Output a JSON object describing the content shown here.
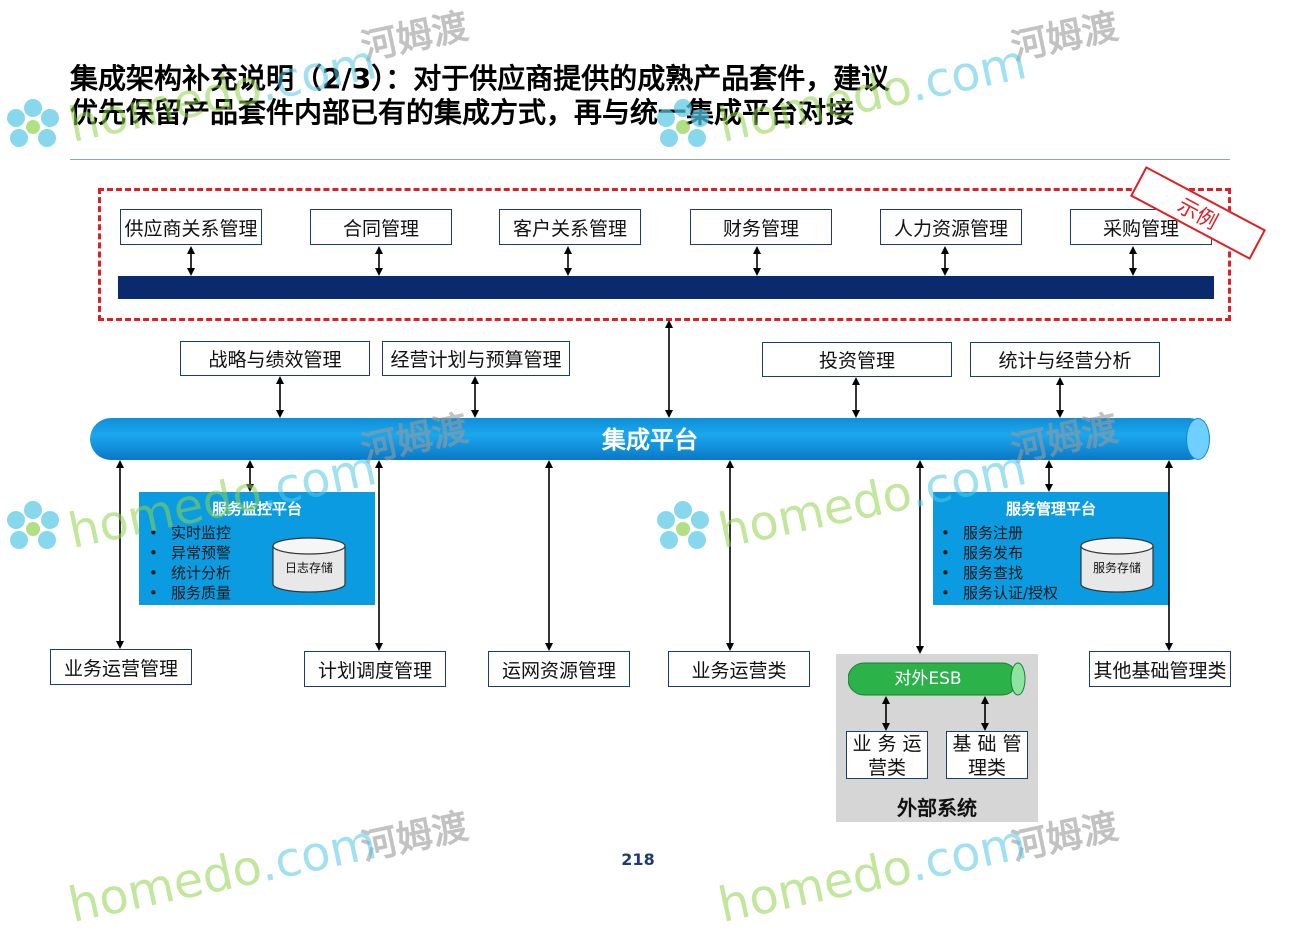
{
  "title": {
    "line1": "集成架构补充说明（2/3）：对于供应商提供的成熟产品套件，建议",
    "line2": "优先保留产品套件内部已有的集成方式，再与统一集成平台对接"
  },
  "stamp": "示例",
  "top_modules": [
    "供应商关系管理",
    "合同管理",
    "客户关系管理",
    "财务管理",
    "人力资源管理",
    "采购管理"
  ],
  "mid_modules": {
    "strategy": "战略与绩效管理",
    "planning": "经营计划与预算管理",
    "investment": "投资管理",
    "statistics": "统计与经营分析"
  },
  "integration_platform": "集成平台",
  "monitor_panel": {
    "title": "服务监控平台",
    "items": [
      "实时监控",
      "异常预警",
      "统计分析",
      "服务质量"
    ],
    "storage": "日志存储"
  },
  "service_panel": {
    "title": "服务管理平台",
    "items": [
      "服务注册",
      "服务发布",
      "服务查找",
      "服务认证/授权"
    ],
    "storage": "服务存储"
  },
  "bottom_modules": {
    "ops": "业务运营管理",
    "schedule": "计划调度管理",
    "network": "运网资源管理",
    "business": "业务运营类",
    "other": "其他基础管理类"
  },
  "external": {
    "esb": "对外ESB",
    "left": "业 务 运 营类",
    "right": "基 础 管 理类",
    "label": "外部系统"
  },
  "page_number": "218",
  "watermark": {
    "brand": "homedo",
    "suffix": ".com",
    "cn": "河姆渡"
  },
  "colors": {
    "bus": "#0a2a6e",
    "platform": "#1ba7ee",
    "panel": "#0a9be0",
    "dashed_border": "#e01e24",
    "esb": "#2bb34a"
  }
}
